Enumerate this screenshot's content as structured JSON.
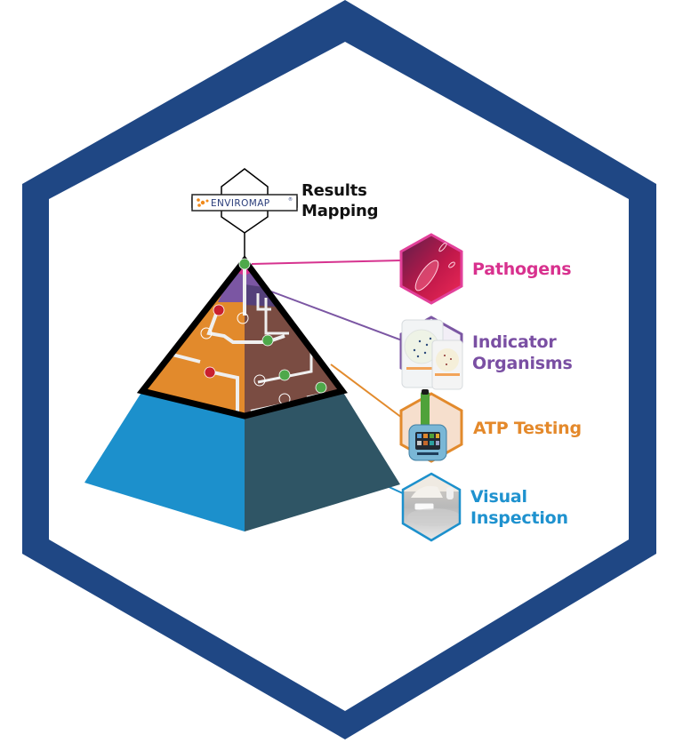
{
  "diagram": {
    "title_block": {
      "logo_text": "ENVIROMAP",
      "logo_trademark": "®",
      "heading_lines": [
        "Results",
        "Mapping"
      ]
    },
    "tiers": [
      {
        "id": "pathogens",
        "label_lines": [
          "Pathogens"
        ],
        "color": "#d8318e",
        "icon": "bacteria-icon",
        "tier_fill": "#d6338f"
      },
      {
        "id": "indicator-organisms",
        "label_lines": [
          "Indicator",
          "Organisms"
        ],
        "color": "#7a4fa3",
        "icon": "petri-plate-icon",
        "tier_fill": "#7b56a3"
      },
      {
        "id": "atp-testing",
        "label_lines": [
          "ATP Testing"
        ],
        "color": "#e4892b",
        "icon": "atp-luminometer-icon",
        "tier_fill": "#e28a2c"
      },
      {
        "id": "visual-inspection",
        "label_lines": [
          "Visual",
          "Inspection"
        ],
        "color": "#1f92cf",
        "icon": "cleaning-surface-icon",
        "tier_fill": "#1c90cc"
      }
    ],
    "colors": {
      "frame": "#1f4784",
      "pyramid_right_upper": "#7a4c42",
      "pyramid_right_base": "#2f5565",
      "status_pass": "#4ea84a",
      "status_fail": "#c91f2e",
      "outline": "#000000"
    },
    "map_points": [
      {
        "status": "pass",
        "location": "apex"
      },
      {
        "status": "fail",
        "location": "left-upper"
      },
      {
        "status": "fail",
        "location": "left-lower"
      },
      {
        "status": "pass",
        "location": "right-upper"
      },
      {
        "status": "pass",
        "location": "right-middle"
      },
      {
        "status": "pass",
        "location": "right-lower"
      }
    ]
  }
}
